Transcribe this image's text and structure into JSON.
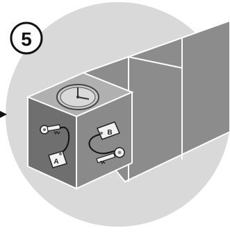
{
  "step": {
    "number": "5"
  },
  "tags": {
    "left_tag": "A",
    "right_tag": "B"
  },
  "colors": {
    "background": "#ffffff",
    "disc": "#d9d9d9",
    "cube_top": "#bdbdbd",
    "cube_front_left": "#6f6f6f",
    "cube_front_right": "#8a8a8a",
    "outline": "#222222",
    "edge_highlight": "#ffffff"
  },
  "icons": {
    "badge": "step-badge-icon",
    "clock": "clock-icon",
    "key_a": "key-icon",
    "key_b": "key-icon",
    "tag_a": "tag-icon",
    "tag_b": "tag-icon",
    "arrow": "arrow-right-icon"
  }
}
